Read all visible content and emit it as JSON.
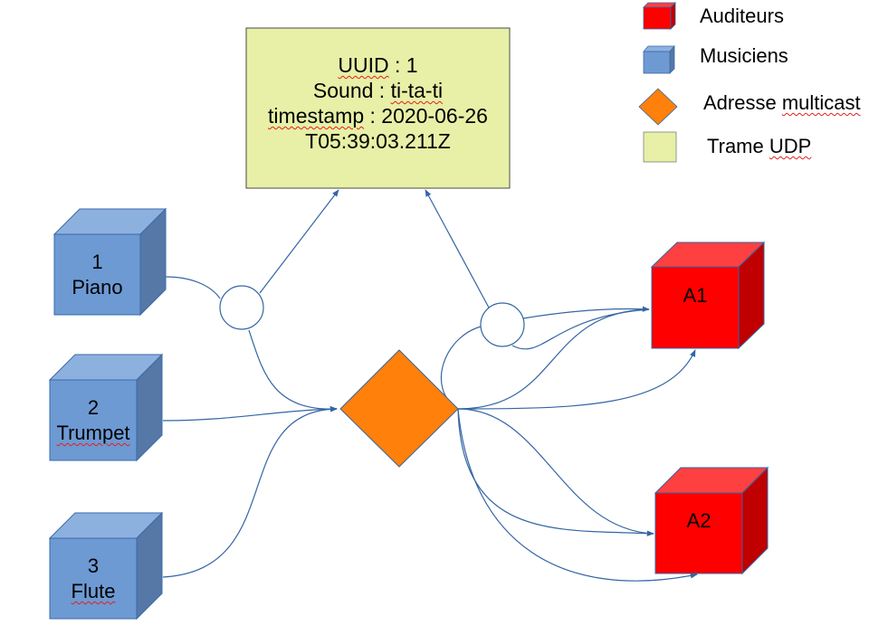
{
  "legend": {
    "listeners_label": "Auditeurs",
    "musicians_label": "Musiciens",
    "multicast_label_part1": "Adresse ",
    "multicast_label_part2": "multicast",
    "udp_frame_label_part1": "Trame ",
    "udp_frame_label_part2": "UDP"
  },
  "packet": {
    "uuid_key": "UUID",
    "uuid_rest": " : 1",
    "sound_key": "Sound : ",
    "sound_value": "ti-ta-ti",
    "timestamp_key": "timestamp",
    "timestamp_rest": " : 2020-06-26",
    "timestamp_time": "T05:39:03.211Z"
  },
  "musicians": [
    {
      "id": "1",
      "instrument": "Piano"
    },
    {
      "id": "2",
      "instrument": "Trumpet"
    },
    {
      "id": "3",
      "instrument": "Flute"
    }
  ],
  "listeners": [
    {
      "id": "A1"
    },
    {
      "id": "A2"
    }
  ],
  "colors": {
    "musician_front": "#6d9ad3",
    "musician_top": "#8db1df",
    "musician_side": "#5578a6",
    "musician_border": "#3b6aa8",
    "listener_front": "#ff0000",
    "listener_top": "#ff4040",
    "listener_side": "#c00000",
    "multicast": "#ff800a",
    "udp_frame": "#e7f0a6",
    "connector": "#3465a4"
  }
}
